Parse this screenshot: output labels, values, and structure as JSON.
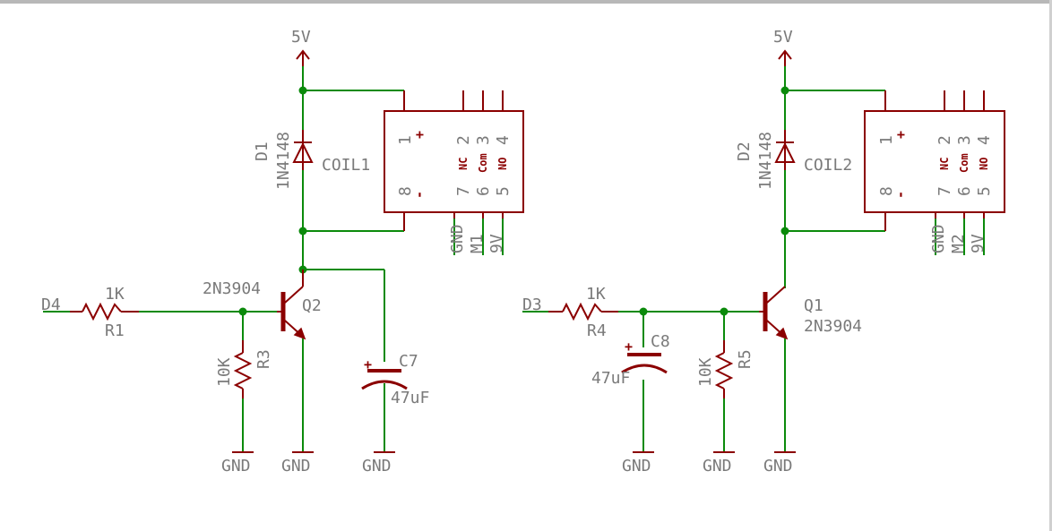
{
  "circuit_left": {
    "supply": "5V",
    "input": "D4",
    "series_resistor": {
      "value": "1K",
      "name": "R1"
    },
    "pulldown_resistor": {
      "value": "10K",
      "name": "R3"
    },
    "transistor": {
      "part": "2N3904",
      "name": "Q2"
    },
    "capacitor": {
      "name": "C7",
      "value": "47uF"
    },
    "diode": {
      "name": "D1",
      "part": "1N4148"
    },
    "relay": {
      "coil": "COIL1",
      "pins_top": [
        "1",
        "2",
        "3",
        "4"
      ],
      "pins_bottom": [
        "8",
        "7",
        "6",
        "5"
      ],
      "plus": "+",
      "minus": "-",
      "nc": "NC",
      "com": "Com",
      "no": "NO",
      "nets": [
        "GND",
        "M1",
        "9V"
      ]
    },
    "grounds": [
      "GND",
      "GND",
      "GND"
    ]
  },
  "circuit_right": {
    "supply": "5V",
    "input": "D3",
    "series_resistor": {
      "value": "1K",
      "name": "R4"
    },
    "pulldown_resistor": {
      "value": "10K",
      "name": "R5"
    },
    "transistor": {
      "part": "2N3904",
      "name": "Q1"
    },
    "capacitor": {
      "name": "C8",
      "value": "47uF"
    },
    "diode": {
      "name": "D2",
      "part": "1N4148"
    },
    "relay": {
      "coil": "COIL2",
      "pins_top": [
        "1",
        "2",
        "3",
        "4"
      ],
      "pins_bottom": [
        "8",
        "7",
        "6",
        "5"
      ],
      "plus": "+",
      "minus": "-",
      "nc": "NC",
      "com": "Com",
      "no": "NO",
      "nets": [
        "GND",
        "M2",
        "9V"
      ]
    },
    "grounds": [
      "GND",
      "GND",
      "GND"
    ]
  }
}
